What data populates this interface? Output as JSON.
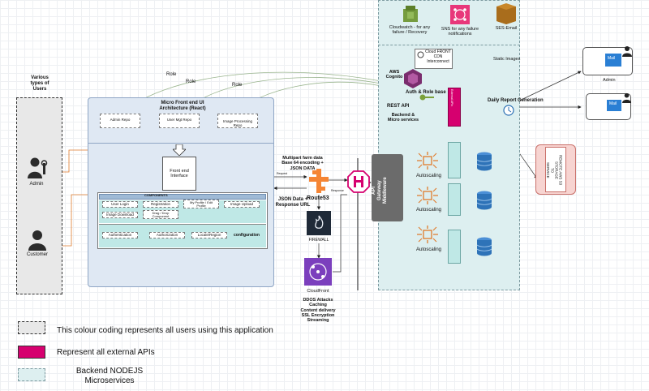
{
  "users_panel": {
    "title": "Various\ntypes of\nUsers",
    "admin": "Admin",
    "customer": "Customer"
  },
  "frontend": {
    "title": "Micro Front end UI\nArchitecture (React)",
    "repos": [
      "Admin Repo",
      "User Mgt Repo",
      "Image Processing\nRepo"
    ],
    "front_interface": "Front end\nInterface",
    "components_label": "COMPONENTS",
    "components": [
      "User Login",
      "Registration",
      "My Profile / Edit\nProfile",
      "Image Upload",
      "Image Download",
      "Drag / Drop\nComponent",
      "Authentication",
      "Authorization",
      "Locale/Region"
    ],
    "configuration": "configuration"
  },
  "role_labels": [
    "Role",
    "Role",
    "Role"
  ],
  "gateway": {
    "multipart": "Multipart farm data\nBase 64 encoding +\nJSON DATA",
    "request": "Request",
    "response": "Response",
    "json_response": "JSON Data +\nResponse URL",
    "route53": "Route53",
    "firewall": "FIREWALL",
    "cloudfront": "CloudFront",
    "cloudfront_desc": "DDOS Attacks\nCaching\nContent delivery\nSSL Encryption\nStreaming"
  },
  "backend": {
    "cloudwatch": "Cloudwatch - for any\nfailure / Recovery",
    "sns": "SNS for any failure\nnotifications",
    "ses": "SES-Email",
    "cdn": "Cloud FRONT\nCDN\nInterconnect",
    "static_images": "Static Images",
    "aws_cognito": "AWS\nCognito",
    "auth_role": "Auth & Role base",
    "rest_api": "REST API",
    "backend_micro": "Backend &\nMicro services",
    "api_gateway": "API\nGateway\nMiddleware",
    "external_api": "External APIs",
    "autoscaling": [
      "Autoscaling",
      "Autoscaling",
      "Autoscaling"
    ],
    "daily_report": "Daily Report Generation",
    "admin": "Admin",
    "mail": "Mail",
    "remote_aws": "REMOTE AWS S3\nSTORAGE\nTO\nSERVICE"
  },
  "legend": [
    {
      "text": "This colour coding represents all users using this application",
      "color": "#e8e8e8"
    },
    {
      "text": "Represent all external APIs",
      "color": "#d6006f"
    },
    {
      "text": "Backend NODEJS\nMicroservices",
      "color": "#ddeff0"
    }
  ],
  "colors": {
    "pink": "#d6006f",
    "route53": "#f58534",
    "purple": "#7b3fbd",
    "cognito": "#7a2d6e",
    "cloudwatch": "#759c3e",
    "ses": "#c8872a",
    "storage": "#2e73b8",
    "teal": "#bfe8e6"
  }
}
